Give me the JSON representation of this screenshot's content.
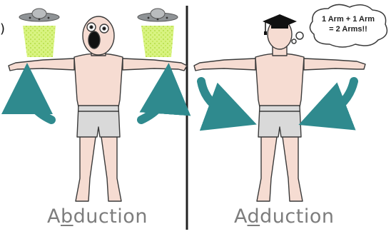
{
  "captions": {
    "left": {
      "pre": "A",
      "underlined": "b",
      "post": "duction"
    },
    "right": {
      "pre": "A",
      "underlined": "d",
      "post": "duction"
    }
  },
  "thought_bubble": {
    "line1": "1 Arm + 1 Arm",
    "line2": "= 2 Arms!!"
  },
  "edge_glyph": ")",
  "colors": {
    "skin": "#f6dcd2",
    "outline": "#3a3a3a",
    "shorts": "#d9d9d9",
    "arrow": "#2f8a8e",
    "beam": "#c8ec5a",
    "ufo": "#8f9396",
    "divider": "#222222",
    "caption": "#7d7d7d"
  }
}
